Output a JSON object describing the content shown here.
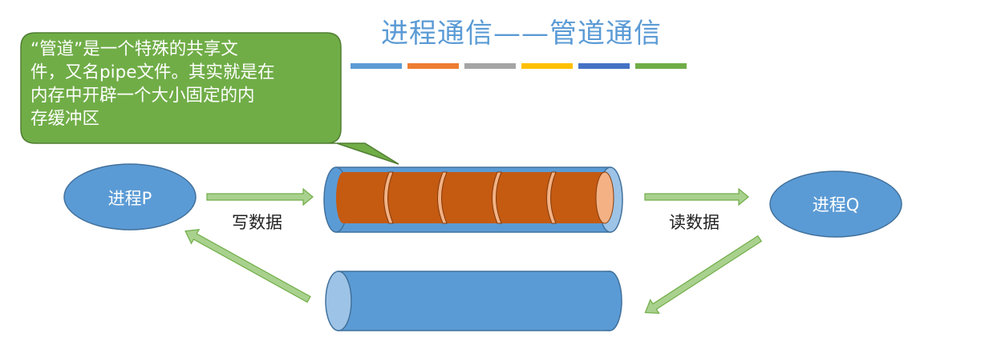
{
  "title": "进程通信——管道通信",
  "title_color": "#5b9bd5",
  "color_bar": [
    "#5b9bd5",
    "#ed7d31",
    "#a5a5a5",
    "#ffc000",
    "#4472c4",
    "#70ad47"
  ],
  "callout": {
    "lines": [
      "“管道”是一个特殊的共享文",
      "件，又名pipe文件。其实就是在",
      "内存中开辟一个大小固定的内",
      "存缓冲区"
    ],
    "fill": "#70ad47"
  },
  "process_p": {
    "label": "进程P",
    "fill": "#5b9bd5"
  },
  "process_q": {
    "label": "进程Q",
    "fill": "#5b9bd5"
  },
  "write_label": "写数据",
  "read_label": "读数据",
  "pipe_fill": "#c55a11",
  "arrow_fill": "#a9d18e"
}
